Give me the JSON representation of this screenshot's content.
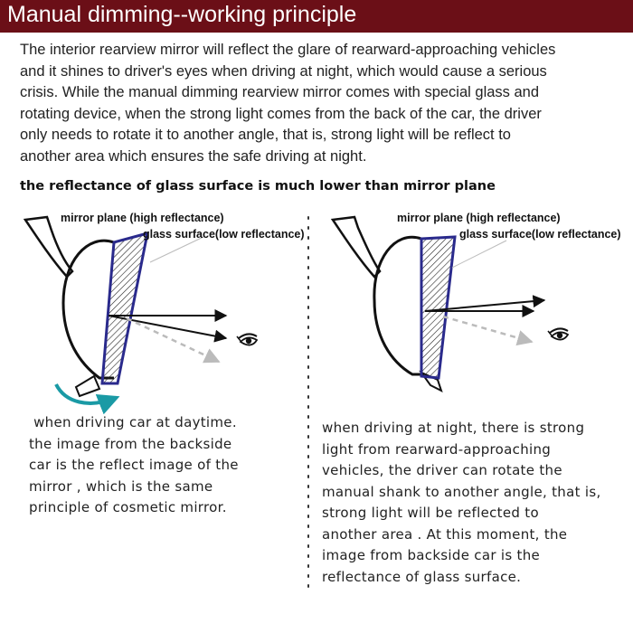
{
  "header": {
    "title": "Manual dimming--working principle"
  },
  "intro": {
    "lines": [
      "The interior rearview mirror will reflect the glare of rearward-approaching vehicles",
      "and it shines to driver's eyes when driving at night, which would cause a serious",
      "crisis. While the manual dimming rearview mirror comes with special glass and",
      "rotating device, when the strong light comes from the back of the car, the driver",
      "only needs to rotate it to another angle, that is,  strong light will be reflect to",
      "another area which ensures the safe driving at night."
    ]
  },
  "subheading": "the reflectance of glass surface is much lower than mirror plane",
  "left_diagram": {
    "mirror_label": "mirror plane (high reflectance)",
    "glass_label": "glass surface(low reflectance)"
  },
  "right_diagram": {
    "mirror_label": "mirror plane (high reflectance)",
    "glass_label": "glass surface(low reflectance)"
  },
  "captions": {
    "left": [
      " when driving car at daytime.",
      "the image from the backside",
      "car is the reflect image of the",
      "mirror , which is the same",
      "principle of cosmetic mirror."
    ],
    "right": [
      "when driving at night, there is strong",
      "light from rearward-approaching",
      "vehicles, the driver can rotate the",
      "manual shank to another angle, that is,",
      "strong light will be reflected to",
      "another area . At this moment, the",
      "image from backside car is the",
      "reflectance of glass surface."
    ]
  },
  "colors": {
    "title_bar": "#6b0f17",
    "glass_outline": "#2a2a8c",
    "rotate_arrow": "#1a9aa5",
    "dashed_ray": "#bbbbbb"
  }
}
